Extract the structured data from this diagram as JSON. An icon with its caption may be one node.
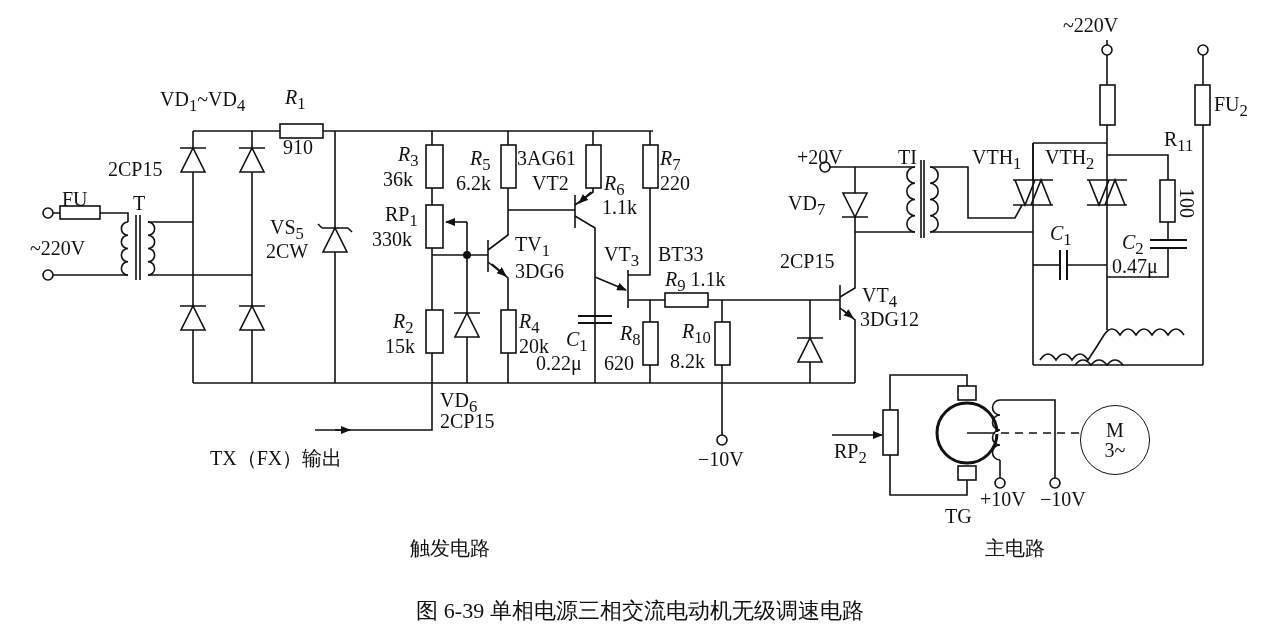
{
  "diagram": {
    "caption": "图 6-39 单相电源三相交流电动机无级调速电路",
    "nodes": [
      {
        "text": [
          "M",
          "3~"
        ]
      }
    ],
    "labels": [
      "VD$_{1}$~VD$_{4}$",
      "*R*$_{1}$",
      "910",
      "2CP15",
      "FU",
      "T",
      "~220V",
      "VS$_{5}$",
      "2CW",
      "*R*$_{3}$",
      "36k",
      "RP$_{1}$",
      "330k",
      "*R*$_{5}$",
      "6.2k",
      "3AG61",
      "VT2",
      "*R*$_{6}$",
      "1.1k",
      "*R*$_{7}$",
      "220",
      "TV$_{1}$",
      "3DG6",
      "VT$_{3}$",
      "BT33",
      "*R*$_{2}$",
      "15k",
      "*R*$_{4}$",
      "20k",
      "*C*$_{1}$",
      "0.22μ",
      "*R*$_{8}$",
      "620",
      "*R*$_{9}$ 1.1k",
      "*R*$_{10}$",
      "8.2k",
      "VD$_{6}$",
      "2CP15",
      "TX（FX）输出",
      "−10V",
      "+20V",
      "VD$_{7}$",
      "2CP15",
      "VT$_{4}$",
      "3DG12",
      "TI",
      "VTH$_{1}$",
      "VTH$_{2}$",
      "R$_{11}$",
      "100",
      "*C*$_{1}$",
      "*C*$_{2}$",
      "0.47μ",
      "~220V",
      "FU$_{2}$",
      "RP$_{2}$",
      "+10V",
      "−10V",
      "TG",
      "触发电路",
      "主电路"
    ]
  }
}
